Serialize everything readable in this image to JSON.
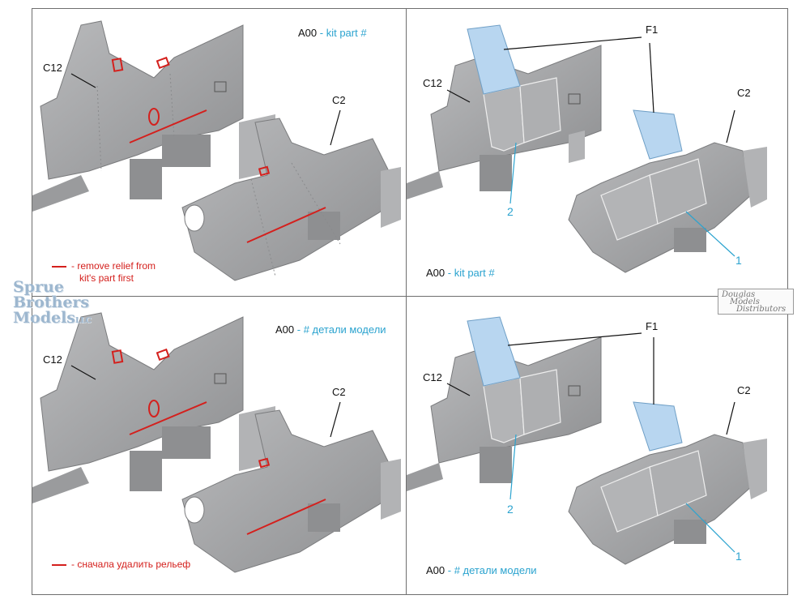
{
  "watermark_left": {
    "line1": "Sprue",
    "line2": "Brothers",
    "line3": "Models",
    "suffix": "LLC"
  },
  "watermark_right": {
    "line1": "Douglas",
    "line2": "Models",
    "line3": "Distributors"
  },
  "panels": {
    "top_left": {
      "kit_ref_code": "A00",
      "kit_ref_text": "- kit part #",
      "label_c12": "C12",
      "label_c2": "C2",
      "legend_text_1": "- remove relief from",
      "legend_text_2": "kit's part first"
    },
    "top_right": {
      "kit_ref_code": "A00",
      "kit_ref_text": "- kit part #",
      "label_f1": "F1",
      "label_c12": "C12",
      "label_c2": "C2",
      "num_1": "1",
      "num_2": "2"
    },
    "bottom_left": {
      "kit_ref_code": "A00",
      "kit_ref_text": "- # детали модели",
      "label_c12": "C12",
      "label_c2": "C2",
      "legend_text": "- сначала удалить рельеф"
    },
    "bottom_right": {
      "kit_ref_code": "A00",
      "kit_ref_text": "- # детали модели",
      "label_f1": "F1",
      "label_c12": "C12",
      "label_c2": "C2",
      "num_1": "1",
      "num_2": "2"
    }
  },
  "colors": {
    "part_gray": "#a8a9ab",
    "relief_red": "#d4201d",
    "accent_blue": "#2ba3cf",
    "clear_part": "#b8d6f0"
  }
}
